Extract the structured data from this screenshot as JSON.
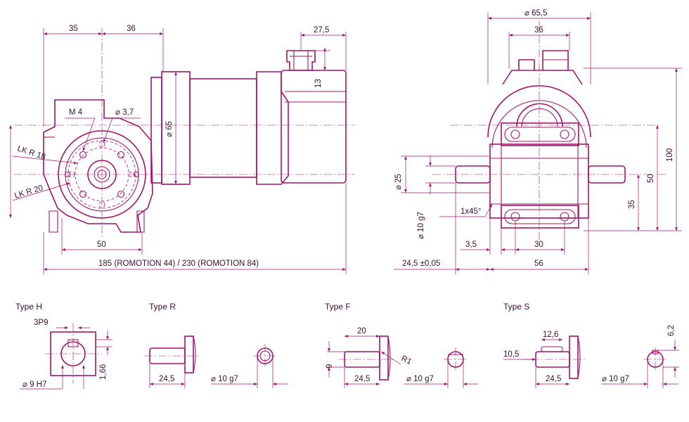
{
  "colors": {
    "line": "#a0146e",
    "text": "#3a1030",
    "background": "#ffffff"
  },
  "front_view": {
    "dim_35": "35",
    "dim_36": "36",
    "dim_27_5": "27,5",
    "dim_13": "13",
    "thread": "M 4",
    "hole_dia": "⌀ 3,7",
    "motor_dia": "⌀ 65",
    "lk_r18": "LK R 18",
    "lk_r20": "LK R 20",
    "dim_50": "50",
    "length_label": "185 (ROMOTION 44) /  230 (ROMOTION 84)"
  },
  "side_view": {
    "dim_65_5": "⌀ 65,5",
    "dim_36": "36",
    "dim_100": "100",
    "dim_50": "50",
    "dim_35": "35",
    "dim_25": "⌀ 25",
    "dim_10g7": "⌀ 10 g7",
    "chamfer": "1x45°",
    "dim_3_5": "3,5",
    "dim_30": "30",
    "dim_24_5": "24,5 ±0,05",
    "dim_56": "56"
  },
  "types": {
    "h": {
      "title": "Type H",
      "keyway": "3P9",
      "bore": "⌀ 9 H7",
      "depth": "1,66"
    },
    "r": {
      "title": "Type R",
      "len": "24,5",
      "dia": "⌀ 10 g7"
    },
    "f": {
      "title": "Type F",
      "flat": "20",
      "height": "9",
      "radius": "R1",
      "len": "24,5",
      "dia": "⌀ 10 g7"
    },
    "s": {
      "title": "Type S",
      "key": "12,6",
      "offset": "10,5",
      "len": "24,5",
      "dia": "⌀ 10 g7",
      "depth": "6,2"
    }
  }
}
